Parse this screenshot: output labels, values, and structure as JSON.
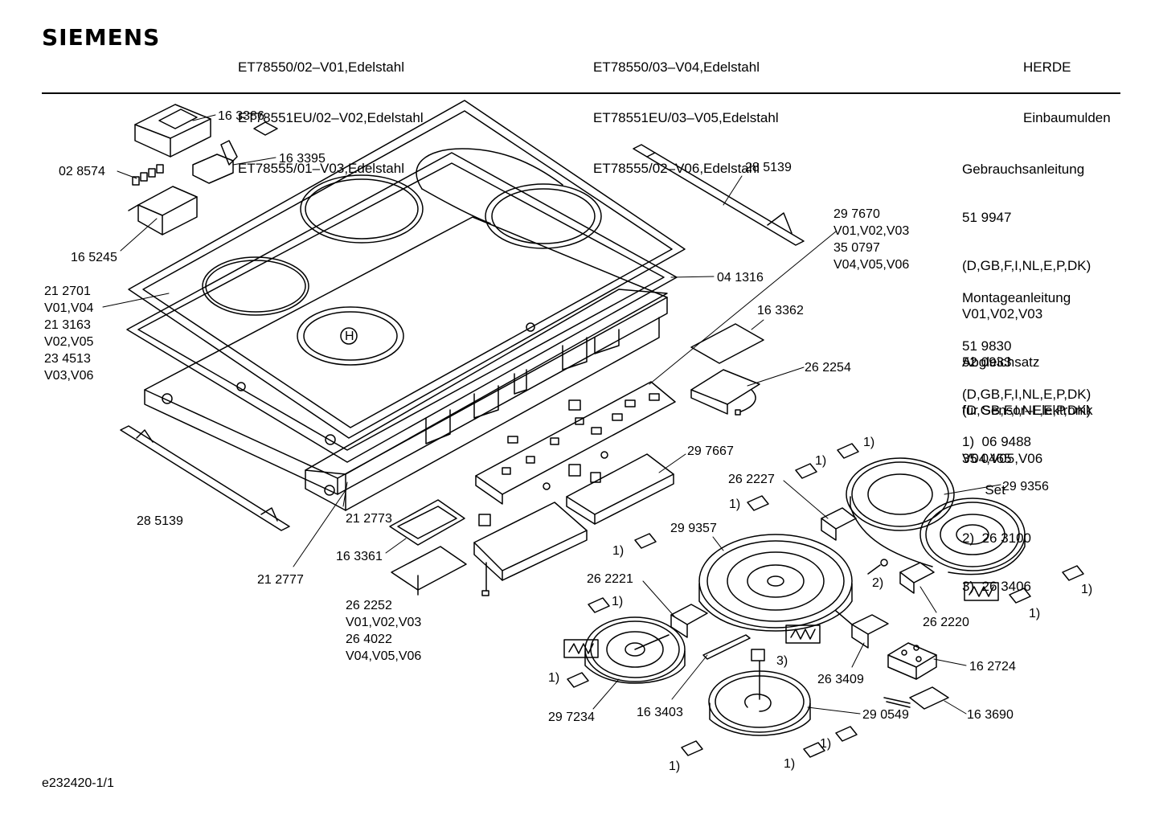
{
  "header": {
    "logo": "SIEMENS",
    "models_col1": [
      "ET78550/02–V01,Edelstahl",
      "ET78551EU/02–V02,Edelstahl",
      "ET78555/01–V03,Edelstahl"
    ],
    "models_col2": [
      "ET78550/03–V04,Edelstahl",
      "ET78551EU/03–V05,Edelstahl",
      "ET78555/02–V06,Edelstahl"
    ],
    "category": [
      "HERDE",
      "Einbaumulden"
    ]
  },
  "side_info": {
    "gebrauch": [
      "Gebrauchsanleitung",
      "51 9947",
      "(D,GB,F,I,NL,E,P,DK)",
      "V01,V02,V03",
      "52 0933",
      "(D,GB,F,I,NL,E,P,DK)",
      "V04,V05,V06"
    ],
    "montage": [
      "Montageanleitung",
      "51 9830",
      "(D,GB,F,I,NL,E,P,DK)"
    ],
    "abgleich": [
      "Abgleichsatz",
      "für Sensor–Elektronik",
      "35 0465"
    ],
    "notes": [
      "1)  06 9488",
      "      Set",
      "2)  26 3100",
      "3)  26 3406"
    ]
  },
  "labels": {
    "l163386": "16 3386",
    "l163395": "16 3395",
    "l028574": "02 8574",
    "l165245": "16 5245",
    "l212701_block": [
      "21 2701",
      "V01,V04",
      "21 3163",
      "V02,V05",
      "23 4513",
      "V03,V06"
    ],
    "l285139a": "28 5139",
    "l285139b": "28 5139",
    "l297670_block": [
      "29 7670",
      "V01,V02,V03",
      "35 0797",
      "V04,V05,V06"
    ],
    "l041316": "04 1316",
    "l163362": "16 3362",
    "l262254": "26 2254",
    "l297667": "29 7667",
    "l212773": "21 2773",
    "l163361": "16 3361",
    "l212777": "21 2777",
    "l262252_block": [
      "26 2252",
      "V01,V02,V03",
      "26 4022",
      "V04,V05,V06"
    ],
    "l262227": "26 2227",
    "l299356": "29 9356",
    "l299357": "29 9357",
    "l262221": "26 2221",
    "l262220": "26 2220",
    "l263409": "26 3409",
    "l162724": "16 2724",
    "l163690": "16 3690",
    "l290549": "29 0549",
    "l297234": "29 7234",
    "l163403": "16 3403",
    "n1": "1)",
    "n2": "2)",
    "n3": "3)",
    "hob_mark": "H"
  },
  "footer": "e232420-1/1"
}
